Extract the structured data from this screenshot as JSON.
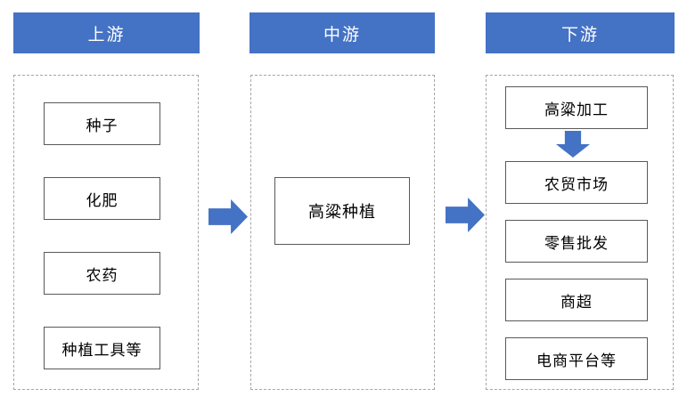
{
  "diagram": {
    "title_implicit": "",
    "upstream": {
      "header": "上游",
      "items": [
        "种子",
        "化肥",
        "农药",
        "种植工具等"
      ]
    },
    "midstream": {
      "header": "中游",
      "items": [
        "高粱种植"
      ]
    },
    "downstream": {
      "header": "下游",
      "items": [
        "高粱加工",
        "农贸市场",
        "零售批发",
        "商超",
        "电商平台等"
      ]
    },
    "colors": {
      "accent_blue": "#4472C4",
      "header_text": "#FFFFFF",
      "box_border": "#595959",
      "dashed_border": "#A6A6A6",
      "box_text": "#000000",
      "background": "#FFFFFF"
    }
  }
}
